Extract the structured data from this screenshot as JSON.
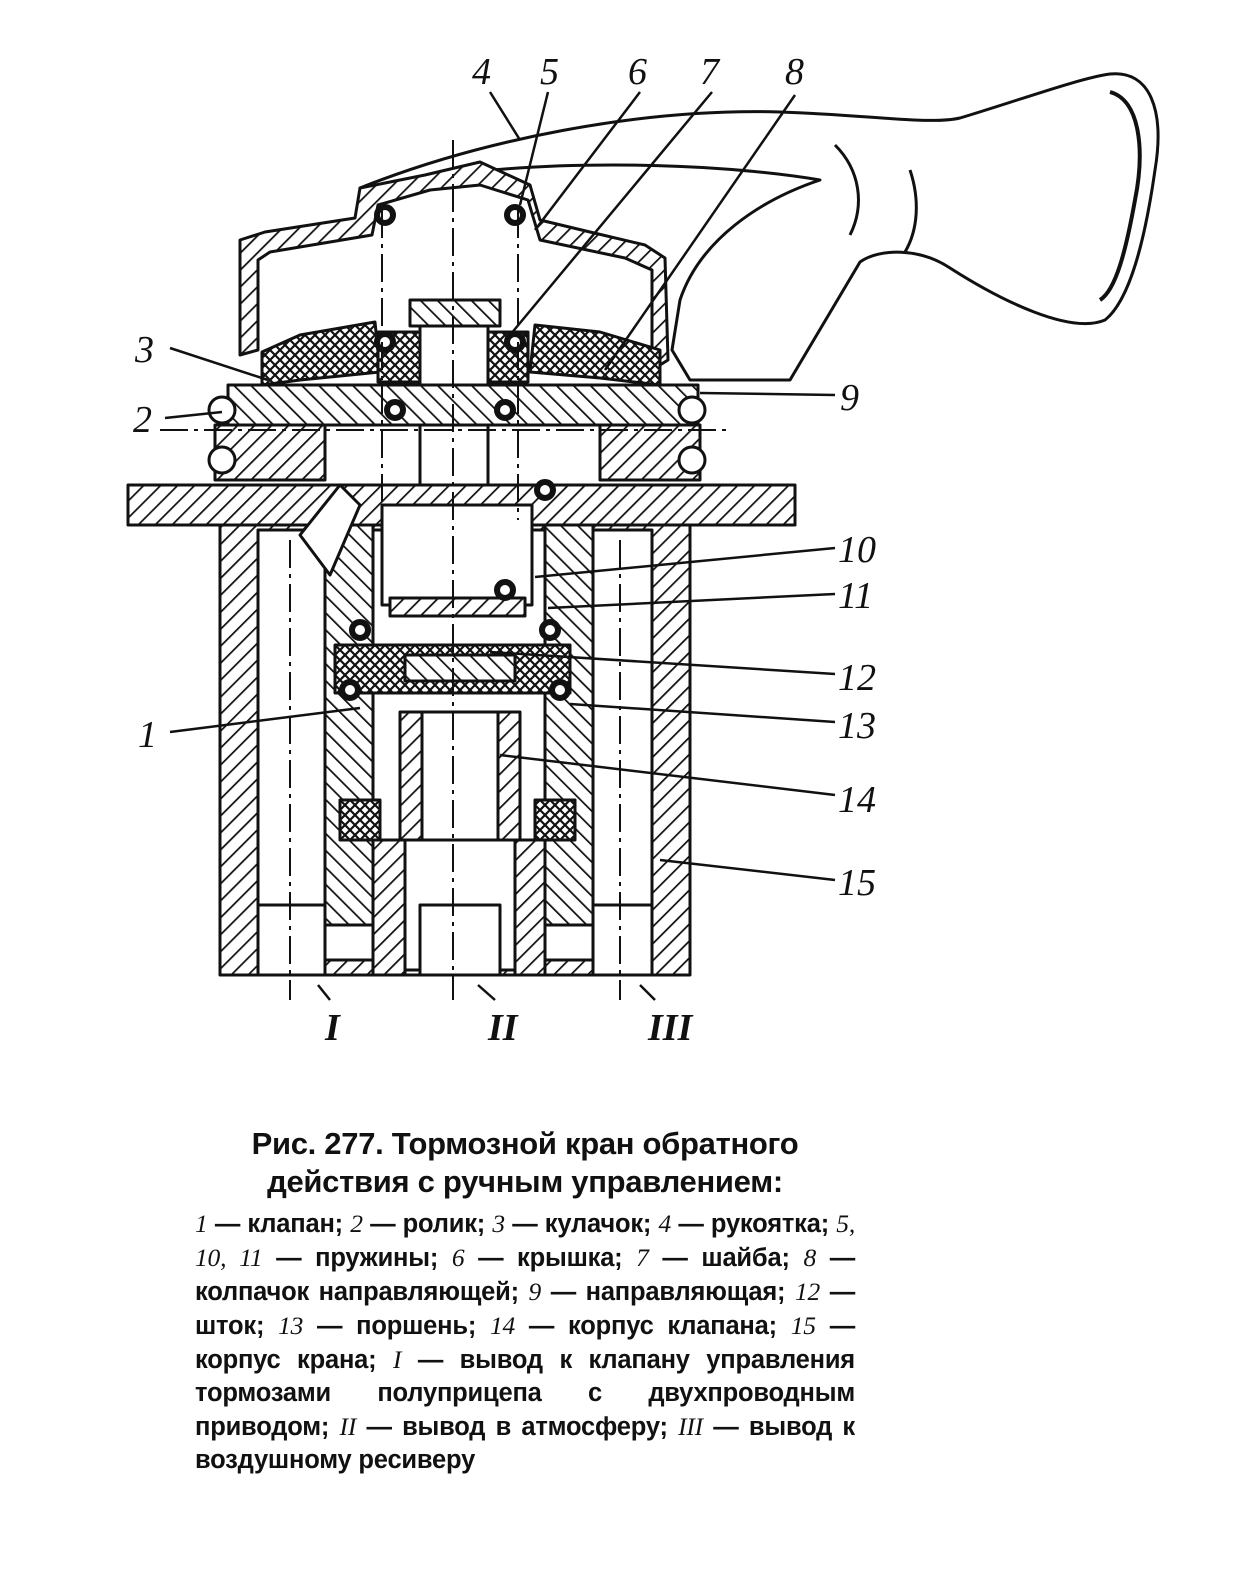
{
  "diagram": {
    "part_labels": [
      "1",
      "2",
      "3",
      "4",
      "5",
      "6",
      "7",
      "8",
      "9",
      "10",
      "11",
      "12",
      "13",
      "14",
      "15"
    ],
    "port_labels": [
      "I",
      "II",
      "III"
    ]
  },
  "caption": {
    "title_line1": "Рис. 277. Тормозной кран обратного",
    "title_line2": "действия с ручным управлением:",
    "legend": [
      {
        "num": "1",
        "text": " — клапан; "
      },
      {
        "num": "2",
        "text": " — ролик; "
      },
      {
        "num": "3",
        "text": " — кулачок; "
      },
      {
        "num": "4",
        "text": " — рукоятка; "
      },
      {
        "num": "5, 10, 11",
        "text": " — пружины; "
      },
      {
        "num": "6",
        "text": " — крышка; "
      },
      {
        "num": "7",
        "text": " — шайба; "
      },
      {
        "num": "8",
        "text": " — колпачок направляющей; "
      },
      {
        "num": "9",
        "text": " — направляющая; "
      },
      {
        "num": "12",
        "text": " — шток; "
      },
      {
        "num": "13",
        "text": " — поршень; "
      },
      {
        "num": "14",
        "text": " — корпус клапана; "
      },
      {
        "num": "15",
        "text": " — корпус крана; "
      },
      {
        "num": "I",
        "text": " — вывод к клапану управления тормозами полуприцепа с двухпроводным приводом; "
      },
      {
        "num": "II",
        "text": " — вывод в атмосферу; "
      },
      {
        "num": "III",
        "text": " — вывод к воздушному ресиверу"
      }
    ]
  }
}
